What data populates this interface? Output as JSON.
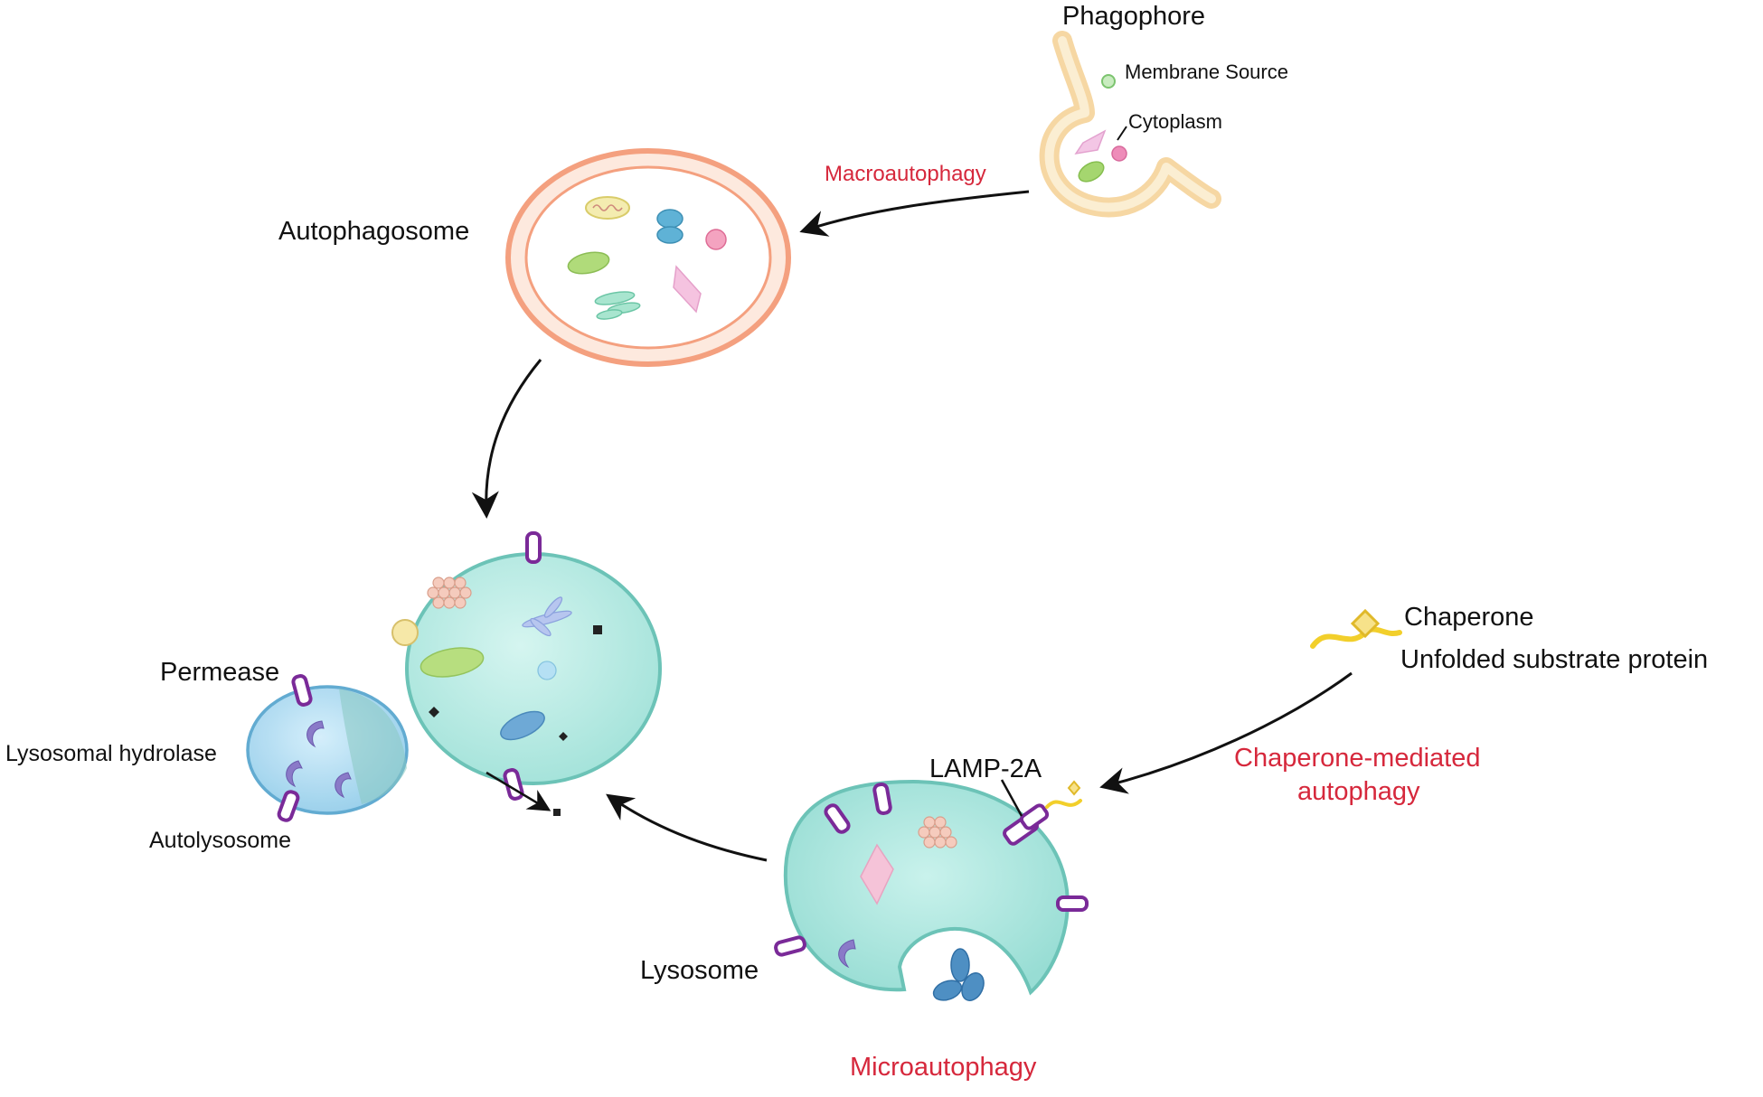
{
  "labels": {
    "phagophore": "Phagophore",
    "membrane_source": "Membrane Source",
    "cytoplasm": "Cytoplasm",
    "autophagosome": "Autophagosome",
    "permease": "Permease",
    "lysosomal_hydrolase": "Lysosomal hydrolase",
    "autolysosome": "Autolysosome",
    "chaperone": "Chaperone",
    "unfolded_substrate": "Unfolded substrate protein",
    "lamp2a": "LAMP-2A",
    "lysosome": "Lysosome"
  },
  "pathways": {
    "macro": "Macroautophagy",
    "cma_line1": "Chaperone-mediated",
    "cma_line2": "autophagy",
    "micro": "Microautophagy"
  },
  "colors": {
    "pathway_text": "#d6283c",
    "lysosome_fill": "#a9e6df",
    "lysosome_stroke": "#66bfb3",
    "membrane_protein": "#7a2a98",
    "autophagosome_ring": "#f4a07f",
    "phagophore": "#f6d7a3",
    "hydrolase": "#8a7ac8",
    "chaperone": "#f2cf2b"
  }
}
